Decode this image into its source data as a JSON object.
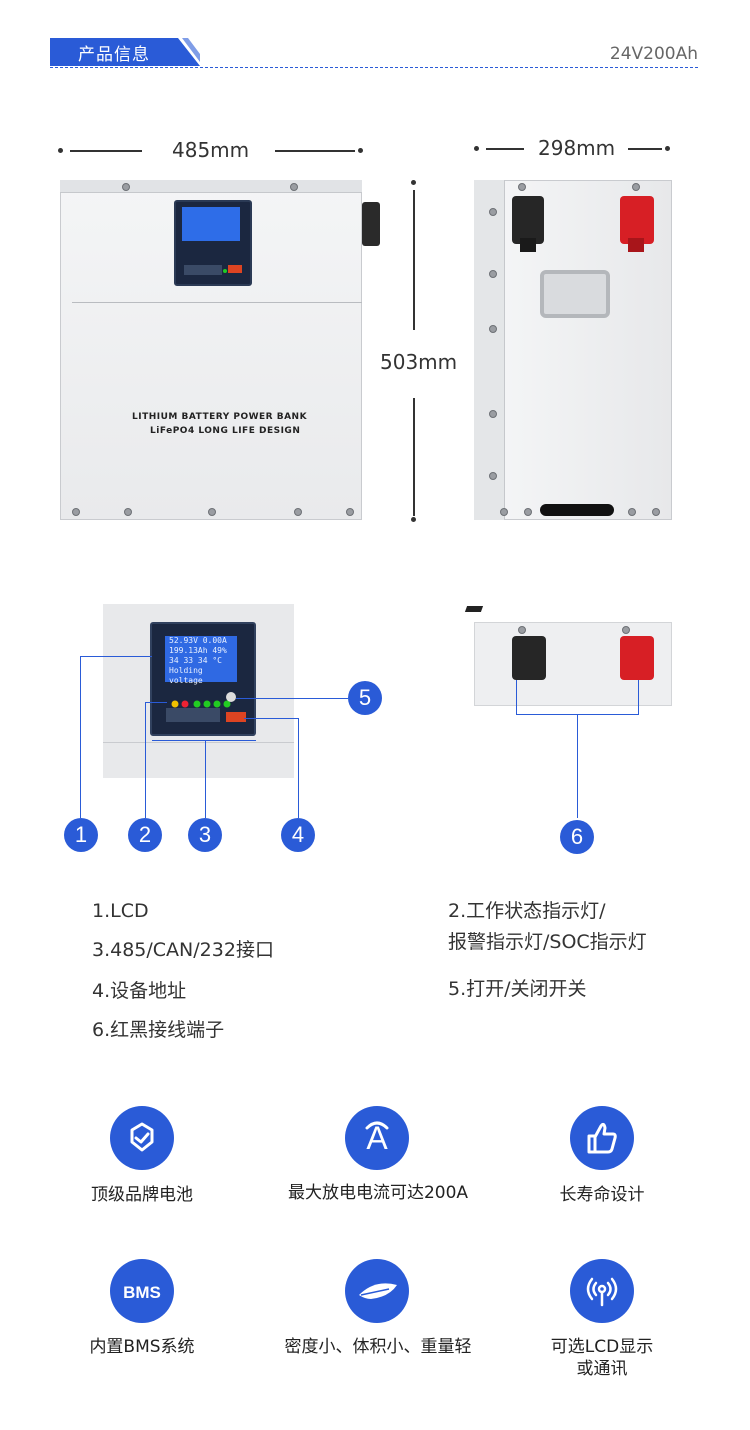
{
  "header": {
    "title": "产品信息",
    "model": "24V200Ah"
  },
  "dimensions": {
    "width": "485mm",
    "depth": "298mm",
    "height": "503mm"
  },
  "front_panel": {
    "brand_line1": "LITHIUM BATTERY POWER BANK",
    "brand_line2": "LiFePO4 LONG LIFE DESIGN",
    "lcd_lines": [
      "52.93V  0.00A",
      "199.13Ah  49%",
      "34  33  34 °C",
      "Holding voltage"
    ]
  },
  "callouts": [
    "1",
    "2",
    "3",
    "4",
    "5",
    "6"
  ],
  "descriptions": {
    "left": [
      "1.LCD",
      "3.485/CAN/232接口",
      "4.设备地址",
      "6.红黑接线端子"
    ],
    "right": [
      "2.工作状态指示灯/",
      "报警指示灯/SOC指示灯",
      "5.打开/关闭开关"
    ]
  },
  "features": [
    {
      "icon": "shield-check-icon",
      "label": "顶级品牌电池"
    },
    {
      "icon": "ampere-icon",
      "label": "最大放电电流可达200A",
      "icon_text": "A"
    },
    {
      "icon": "thumbs-up-icon",
      "label": "长寿命设计"
    },
    {
      "icon": "bms-icon",
      "label": "内置BMS系统",
      "icon_text": "BMS"
    },
    {
      "icon": "feather-icon",
      "label": "密度小、体积小、重量轻"
    },
    {
      "icon": "signal-icon",
      "label_line1": "可选LCD显示",
      "label_line2": "或通讯"
    }
  ],
  "colors": {
    "accent": "#2a5bd7",
    "terminal_red": "#d71f25",
    "terminal_black": "#262626"
  }
}
